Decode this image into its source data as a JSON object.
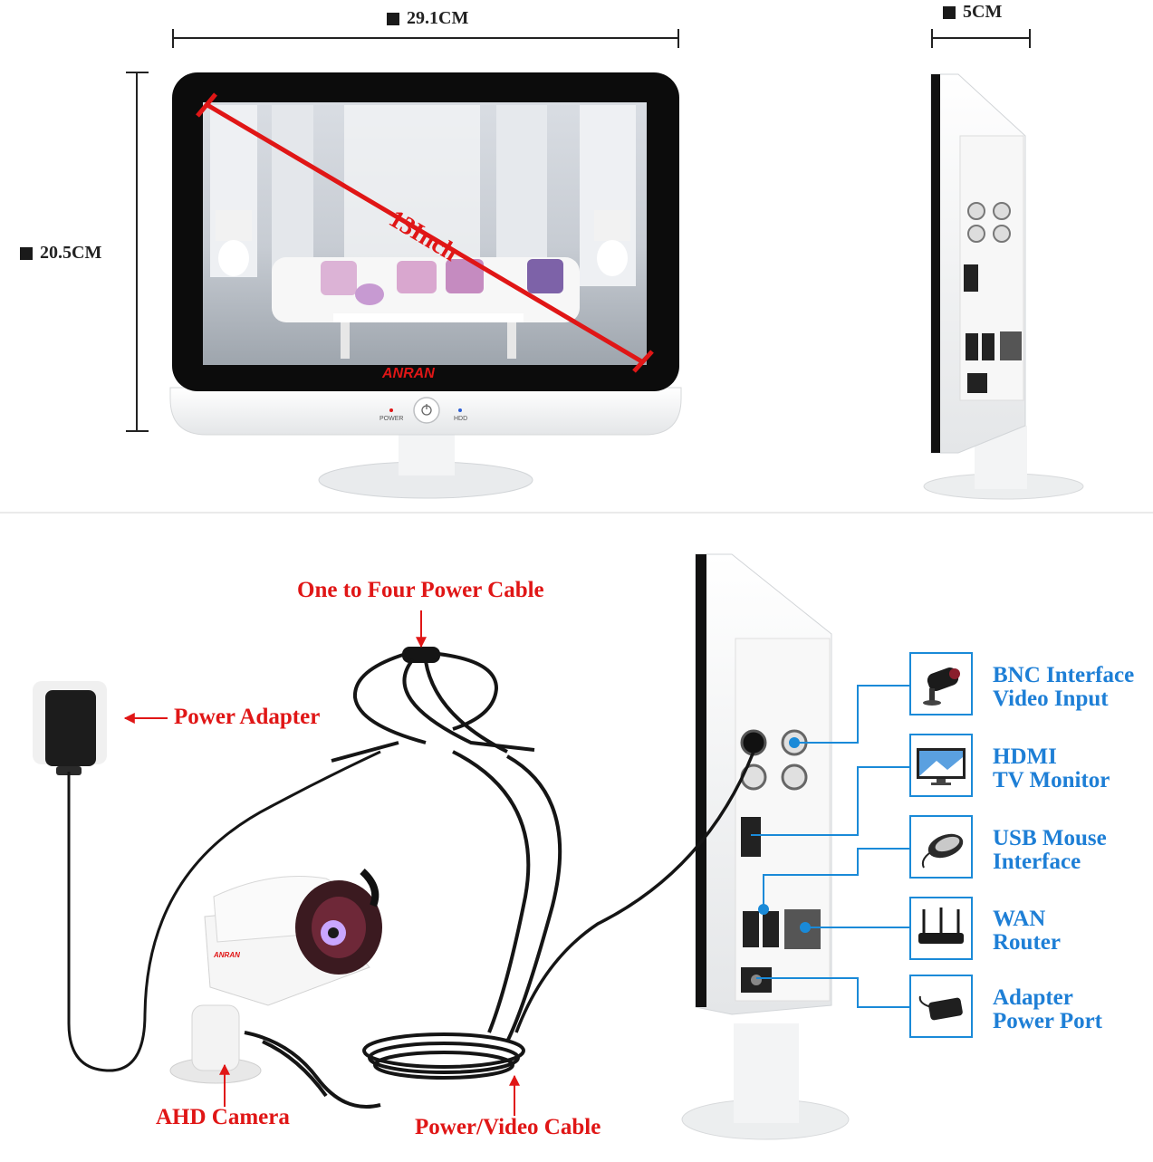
{
  "dimensions": {
    "width": "29.1CM",
    "depth": "5CM",
    "height": "20.5CM",
    "diagonal": "13Inch"
  },
  "monitor": {
    "brand": "ANRAN",
    "power_label": "POWER",
    "hdd_label": "HDD"
  },
  "labels": {
    "power_cable": "One to Four Power Cable",
    "power_adapter": "Power Adapter",
    "camera": "AHD Camera",
    "video_cable": "Power/Video Cable"
  },
  "ports": [
    {
      "line1": "BNC Interface",
      "line2": "Video Input",
      "icon": "camera-icon"
    },
    {
      "line1": "HDMI",
      "line2": "TV Monitor",
      "icon": "tv-icon"
    },
    {
      "line1": "USB Mouse",
      "line2": "Interface",
      "icon": "mouse-icon"
    },
    {
      "line1": "WAN",
      "line2": "Router",
      "icon": "router-icon"
    },
    {
      "line1": "Adapter",
      "line2": "Power Port",
      "icon": "adapter-icon"
    }
  ],
  "colors": {
    "red": "#e01616",
    "blue": "#1e7fd6"
  }
}
